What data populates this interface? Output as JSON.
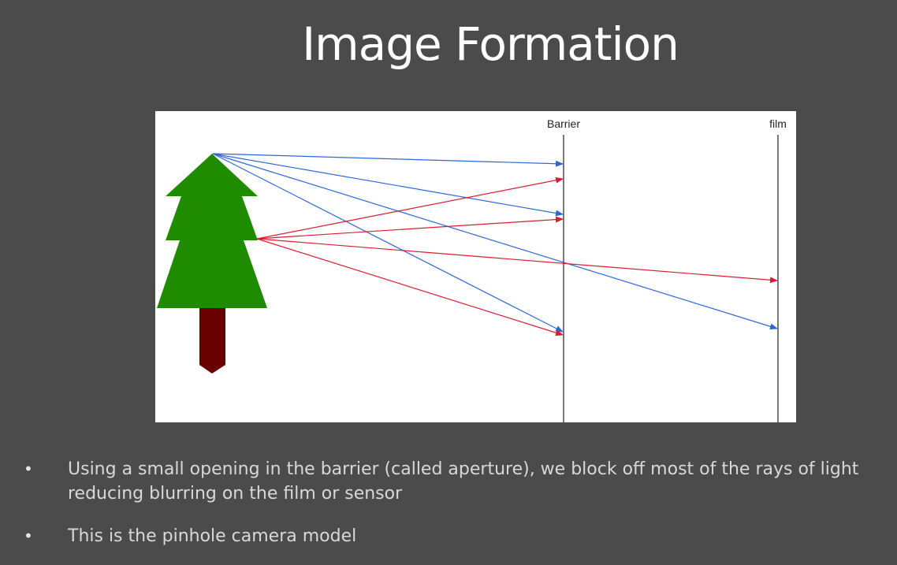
{
  "slide": {
    "title": "Image Formation"
  },
  "diagram": {
    "barrier_label": "Barrier",
    "film_label": "film",
    "colors": {
      "tree_foliage": "#1f8c00",
      "tree_trunk": "#6b0000",
      "ray_from_top": "#2f66d6",
      "ray_from_middle": "#d61e32",
      "plane_line": "#7a7a7a"
    }
  },
  "bullets": [
    {
      "symbol": "•",
      "text": "Using a small opening in the barrier (called aperture), we block off most of the rays of light reducing blurring on the film or sensor"
    },
    {
      "symbol": "•",
      "text": "This is the pinhole camera model"
    }
  ]
}
